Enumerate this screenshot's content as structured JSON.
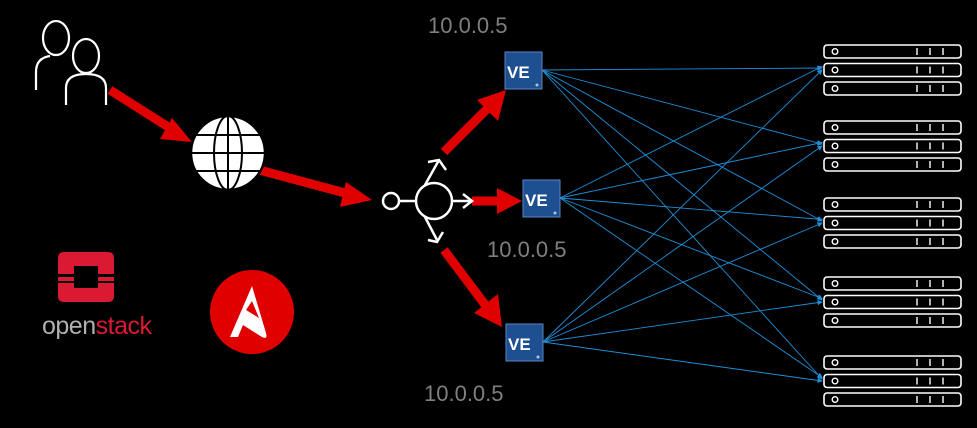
{
  "diagram": {
    "ip_labels": [
      "10.0.0.5",
      "10.0.0.5",
      "10.0.0.5"
    ],
    "ve_label": "VE",
    "openstack": {
      "part1": "open",
      "part2": "stack"
    },
    "colors": {
      "background": "#000000",
      "arrow": "#e00000",
      "link": "#1e8fd8",
      "ve_box": "#1d4f91",
      "ip_text": "#7f7f7f",
      "openstack_red": "#da1a32",
      "ansible_red": "#e00000"
    },
    "icons": [
      "users-icon",
      "globe-icon",
      "load-balancer-icon",
      "ve-node-icon",
      "server-rack-icon",
      "openstack-logo",
      "ansible-logo"
    ],
    "server_groups": 5,
    "servers_per_group": 3,
    "ve_nodes": 3
  }
}
